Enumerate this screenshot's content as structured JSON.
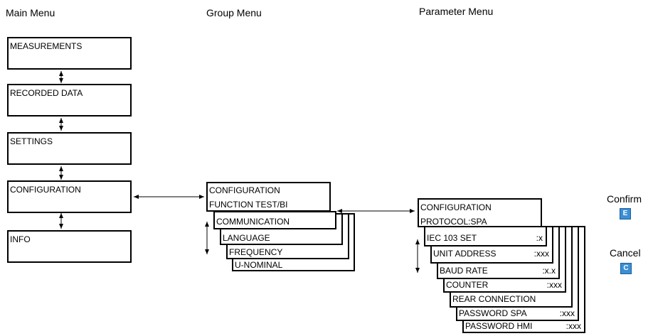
{
  "headers": {
    "main": "Main Menu",
    "group": "Group Menu",
    "parameter": "Parameter Menu"
  },
  "main_menu": [
    "MEASUREMENTS",
    "RECORDED DATA",
    "SETTINGS",
    "CONFIGURATION",
    "INFO"
  ],
  "group_menu": {
    "title": "CONFIGURATION",
    "selected": "FUNCTION TEST/BI",
    "items": [
      "COMMUNICATION",
      "LANGUAGE",
      "FREQUENCY",
      "U-NOMINAL"
    ]
  },
  "parameter_menu": {
    "title": "CONFIGURATION",
    "selected": "PROTOCOL:SPA",
    "items": [
      {
        "label": "IEC 103 SET",
        "value": ":x"
      },
      {
        "label": "UNIT ADDRESS",
        "value": ":xxx"
      },
      {
        "label": "BAUD RATE",
        "value": ":x.x"
      },
      {
        "label": "COUNTER",
        "value": ":xxx"
      },
      {
        "label": "REAR CONNECTION",
        "value": ""
      },
      {
        "label": "PASSWORD SPA",
        "value": ":xxx"
      },
      {
        "label": "PASSWORD HMI",
        "value": ":xxx"
      }
    ]
  },
  "buttons": {
    "confirm": {
      "label": "Confirm",
      "key": "E"
    },
    "cancel": {
      "label": "Cancel",
      "key": "C"
    }
  },
  "colors": {
    "key_fill": "#3a8fd6",
    "line": "#000000"
  }
}
